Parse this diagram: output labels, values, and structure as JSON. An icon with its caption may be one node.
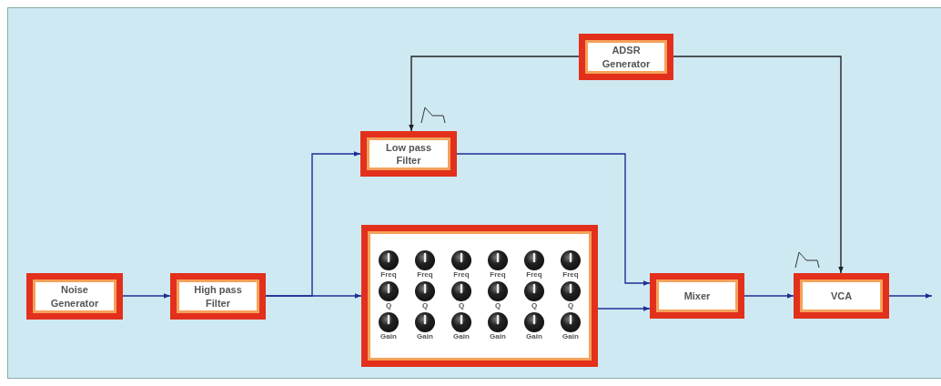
{
  "diagram": {
    "nodes": [
      {
        "text": [
          "ADSR Generator"
        ]
      },
      {
        "text": [
          "Low pass Filter"
        ]
      },
      {
        "text": [
          "Noise Generator"
        ]
      },
      {
        "text": [
          "High pass Filter"
        ]
      },
      {
        "text": [
          "Freq",
          "Freq",
          "Freq",
          "Freq",
          "Freq",
          "Freq",
          "Q",
          "Q",
          "Q",
          "Q",
          "Q",
          "Q",
          "Gain",
          "Gain",
          "Gain",
          "Gain",
          "Gain",
          "Gain"
        ]
      },
      {
        "text": [
          "Mixer"
        ]
      },
      {
        "text": [
          "VCA"
        ]
      }
    ],
    "edges": [
      {
        "from": 0,
        "to": 1,
        "arrow": "to",
        "color": "#222222"
      },
      {
        "from": 0,
        "to": 6,
        "arrow": "to",
        "color": "#222222"
      },
      {
        "from": 2,
        "to": 3,
        "arrow": "to"
      },
      {
        "from": 3,
        "to": 1,
        "arrow": "to"
      },
      {
        "from": 3,
        "to": 4,
        "arrow": "to"
      },
      {
        "from": 1,
        "to": 5,
        "arrow": "to"
      },
      {
        "from": 4,
        "to": 5,
        "arrow": "to"
      },
      {
        "from": 5,
        "to": 6,
        "arrow": "to"
      },
      {
        "from": 6,
        "to": null,
        "arrow": "to"
      }
    ]
  }
}
